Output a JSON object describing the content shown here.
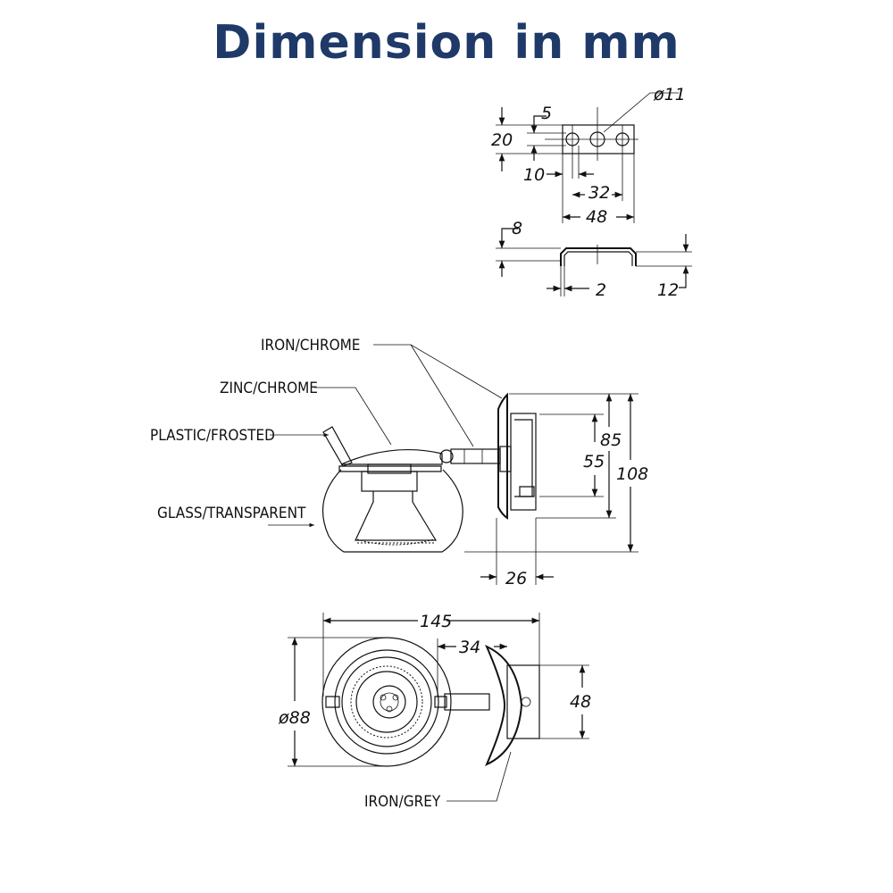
{
  "title": "Dimension in mm",
  "bracket_dims": {
    "hole_diameter": "ø11",
    "five": "5",
    "twenty": "20",
    "ten": "10",
    "thirty_two": "32",
    "forty_eight": "48",
    "eight": "8",
    "two": "2",
    "twelve": "12"
  },
  "side_view": {
    "labels": {
      "iron_chrome": "IRON/CHROME",
      "zinc_chrome": "ZINC/CHROME",
      "plastic_frosted": "PLASTIC/FROSTED",
      "glass_transparent": "GLASS/TRANSPARENT"
    },
    "dims": {
      "eighty_five": "85",
      "fifty_five": "55",
      "one_oh_eight": "108",
      "twenty_six": "26"
    }
  },
  "top_view": {
    "labels": {
      "iron_grey": "IRON/GREY"
    },
    "dims": {
      "one_forty_five": "145",
      "thirty_four": "34",
      "diameter_88": "ø88",
      "forty_eight": "48"
    }
  }
}
